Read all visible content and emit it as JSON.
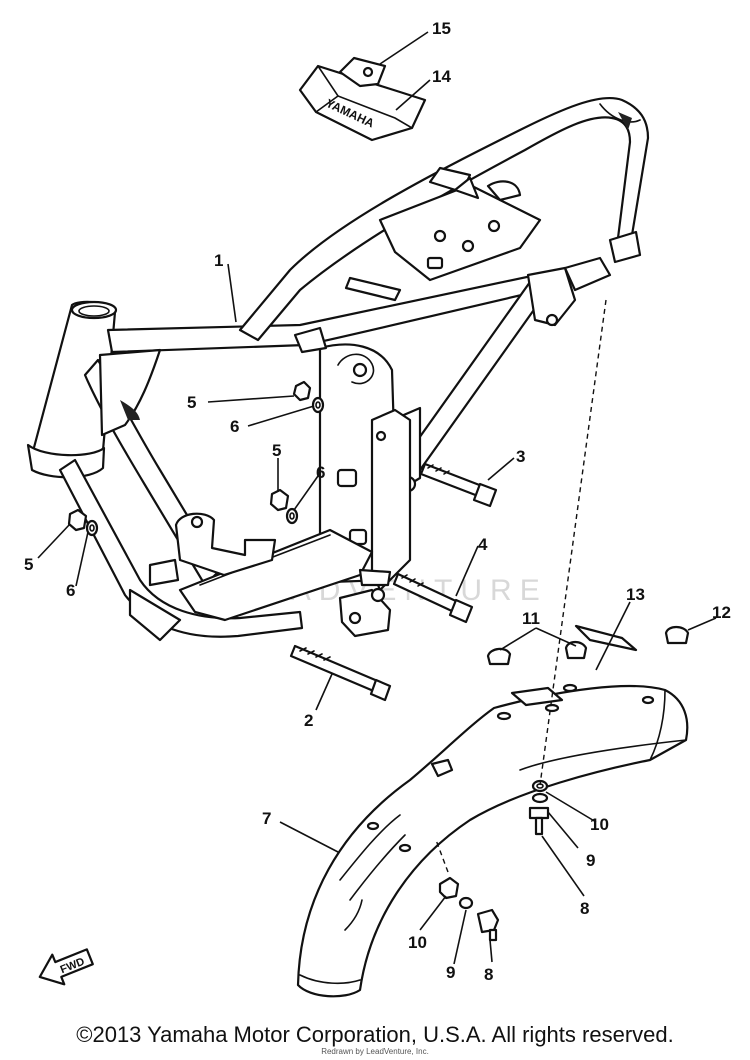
{
  "callouts": [
    {
      "id": "c1",
      "label": "1"
    },
    {
      "id": "c2",
      "label": "2"
    },
    {
      "id": "c3",
      "label": "3"
    },
    {
      "id": "c4",
      "label": "4"
    },
    {
      "id": "c5a",
      "label": "5"
    },
    {
      "id": "c5b",
      "label": "5"
    },
    {
      "id": "c5c",
      "label": "5"
    },
    {
      "id": "c6a",
      "label": "6"
    },
    {
      "id": "c6b",
      "label": "6"
    },
    {
      "id": "c6c",
      "label": "6"
    },
    {
      "id": "c7",
      "label": "7"
    },
    {
      "id": "c8a",
      "label": "8"
    },
    {
      "id": "c8b",
      "label": "8"
    },
    {
      "id": "c9a",
      "label": "9"
    },
    {
      "id": "c9b",
      "label": "9"
    },
    {
      "id": "c10a",
      "label": "10"
    },
    {
      "id": "c10b",
      "label": "10"
    },
    {
      "id": "c11",
      "label": "11"
    },
    {
      "id": "c12",
      "label": "12"
    },
    {
      "id": "c13",
      "label": "13"
    },
    {
      "id": "c14",
      "label": "14"
    },
    {
      "id": "c15",
      "label": "15"
    }
  ],
  "fwd_label": "FWD",
  "emblem_text": "YAMAHA",
  "watermark_text": "LEADVENTURE",
  "copyright": "©2013 Yamaha Motor Corporation, U.S.A. All rights reserved.",
  "redraw_credit": "Redrawn by LeadVenture, Inc."
}
